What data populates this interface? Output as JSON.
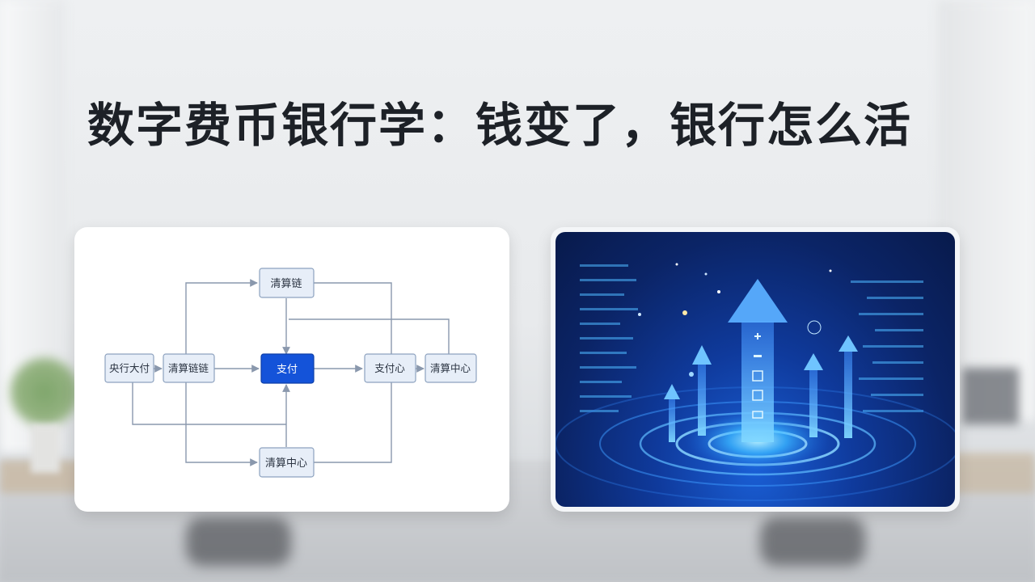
{
  "slide": {
    "title": "数字费币银行学：钱变了，银行怎么活"
  },
  "diagram": {
    "nodes": {
      "top": "清算链",
      "central_bank": "央行大付",
      "clearing_chain": "清算链链",
      "payment": "支付",
      "payment_center": "支付心",
      "clearing_center_right": "清算中心",
      "bottom": "清算中心"
    }
  },
  "colors": {
    "title_text": "#1d2127",
    "node_fill": "#e7eef8",
    "node_border": "#8da2bf",
    "highlight_fill": "#1453d9",
    "highlight_text": "#ffffff",
    "connector": "#8a98ad",
    "tech_accent": "#4fb8ff"
  }
}
